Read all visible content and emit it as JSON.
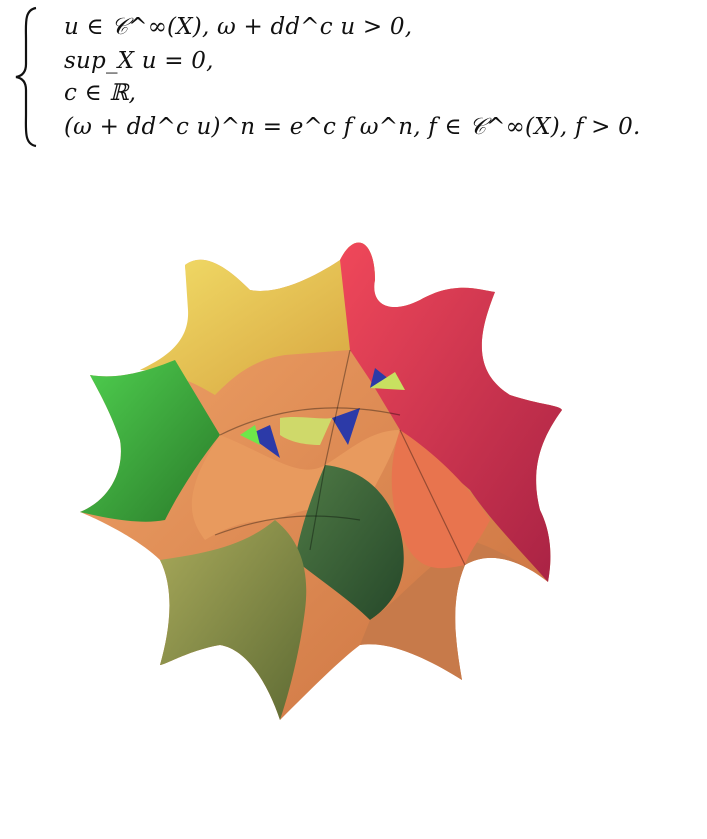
{
  "equations": {
    "line1": "u ∈ 𝒞^∞(X),    ω + dd^c u > 0,",
    "line2": "sup_X u = 0,",
    "line3": "c ∈ ℝ,",
    "line4": "(ω + dd^c u)^n = e^c f ω^n,    f ∈ 𝒞^∞(X),    f > 0."
  },
  "colors": {
    "text": "#111111",
    "yellow": "#e8d84a",
    "red": "#e0394d",
    "orange": "#e8935a",
    "green": "#3fb33f",
    "dark_green": "#3a6b3a",
    "olive": "#8c9a4a",
    "blue": "#2c3aa8"
  }
}
